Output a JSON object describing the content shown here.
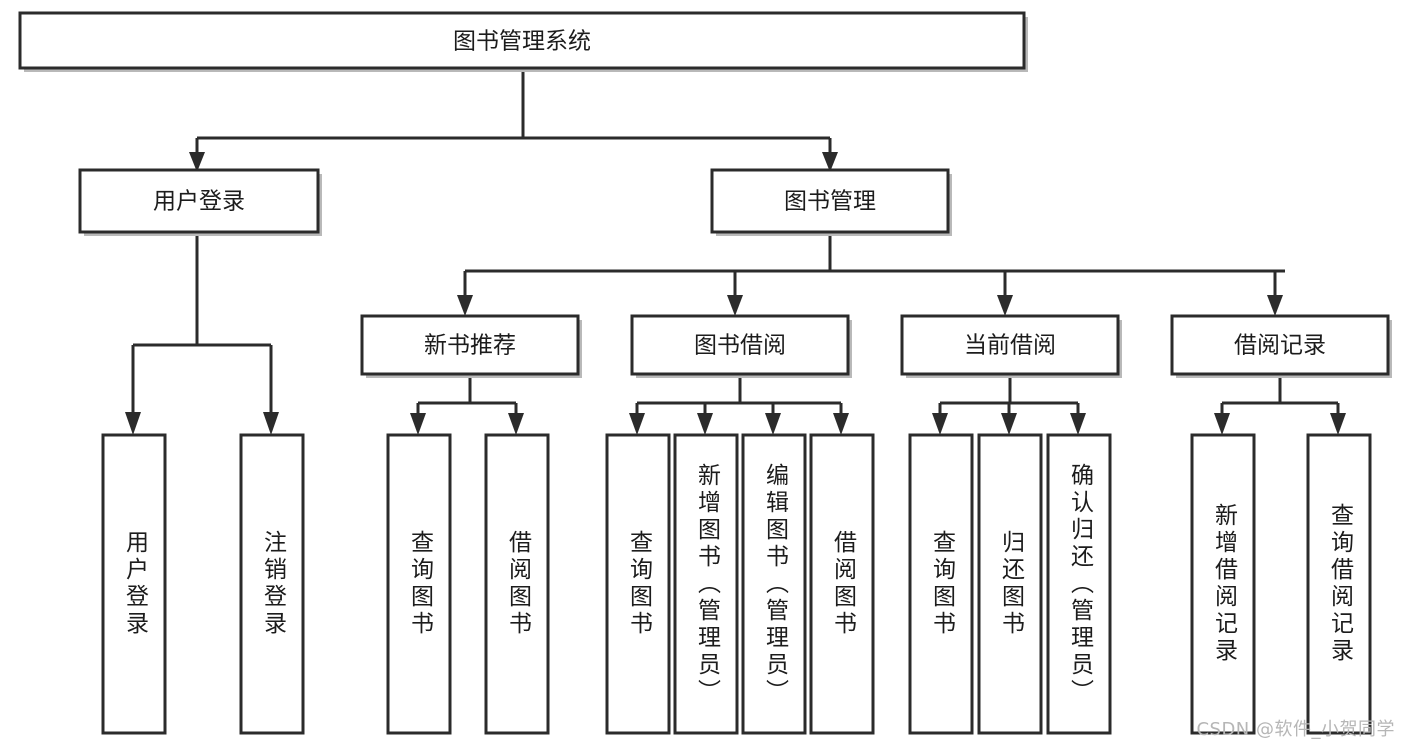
{
  "diagram": {
    "title": "图书管理系统",
    "type": "hierarchy-tree",
    "watermark": "CSDN @软件_小贺同学",
    "colors": {
      "box_stroke": "#2b2b2b",
      "box_fill": "#ffffff",
      "shadow": "#b9b9b9",
      "text": "#1c1c1c",
      "watermark": "#b6b6b6",
      "background": "#ffffff"
    },
    "root": {
      "label": "图书管理系统",
      "orientation": "horizontal"
    },
    "level2": [
      {
        "label": "用户登录",
        "orientation": "horizontal"
      },
      {
        "label": "图书管理",
        "orientation": "horizontal"
      }
    ],
    "level3": [
      {
        "label": "新书推荐",
        "orientation": "horizontal",
        "parent": "图书管理"
      },
      {
        "label": "图书借阅",
        "orientation": "horizontal",
        "parent": "图书管理"
      },
      {
        "label": "当前借阅",
        "orientation": "horizontal",
        "parent": "图书管理"
      },
      {
        "label": "借阅记录",
        "orientation": "horizontal",
        "parent": "图书管理"
      }
    ],
    "leaves": [
      {
        "label": "用户登录",
        "orientation": "vertical",
        "parent": "用户登录"
      },
      {
        "label": "注销登录",
        "orientation": "vertical",
        "parent": "用户登录"
      },
      {
        "label": "查询图书",
        "orientation": "vertical",
        "parent": "新书推荐"
      },
      {
        "label": "借阅图书",
        "orientation": "vertical",
        "parent": "新书推荐"
      },
      {
        "label": "查询图书",
        "orientation": "vertical",
        "parent": "图书借阅"
      },
      {
        "label": "新增图书（管理员）",
        "orientation": "vertical",
        "parent": "图书借阅"
      },
      {
        "label": "编辑图书（管理员）",
        "orientation": "vertical",
        "parent": "图书借阅"
      },
      {
        "label": "借阅图书",
        "orientation": "vertical",
        "parent": "图书借阅"
      },
      {
        "label": "查询图书",
        "orientation": "vertical",
        "parent": "当前借阅"
      },
      {
        "label": "归还图书",
        "orientation": "vertical",
        "parent": "当前借阅"
      },
      {
        "label": "确认归还（管理员）",
        "orientation": "vertical",
        "parent": "当前借阅"
      },
      {
        "label": "新增借阅记录",
        "orientation": "vertical",
        "parent": "借阅记录"
      },
      {
        "label": "查询借阅记录",
        "orientation": "vertical",
        "parent": "借阅记录"
      }
    ]
  }
}
